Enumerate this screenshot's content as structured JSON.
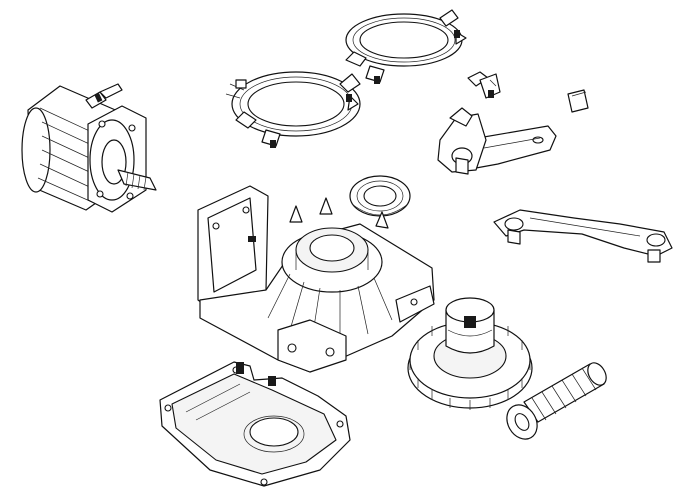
{
  "figure": {
    "background": "#ffffff",
    "line_color": "#111111",
    "parts": [
      {
        "id": "electric-motor"
      },
      {
        "id": "small-clamp-ring"
      },
      {
        "id": "large-clamp-ring"
      },
      {
        "id": "limit-switch-small"
      },
      {
        "id": "key-block"
      },
      {
        "id": "release-lever"
      },
      {
        "id": "oil-seal"
      },
      {
        "id": "connecting-arm"
      },
      {
        "id": "gearbox-housing"
      },
      {
        "id": "helical-gear-wheel"
      },
      {
        "id": "worm-screw"
      },
      {
        "id": "gearbox-cover"
      }
    ]
  }
}
